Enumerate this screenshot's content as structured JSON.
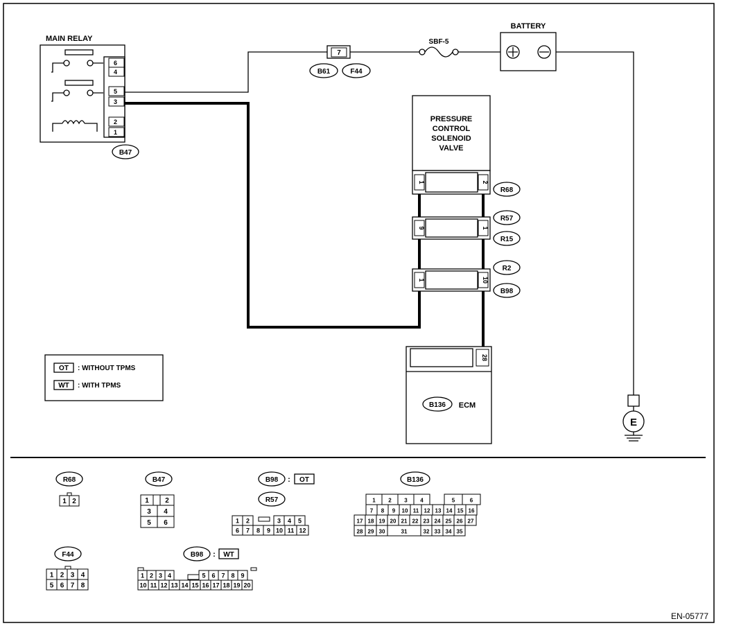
{
  "main_relay": {
    "title": "MAIN RELAY",
    "pins": [
      "6",
      "4",
      "5",
      "3",
      "2",
      "1"
    ],
    "connector": "B47"
  },
  "fuse_block": {
    "pin": "7",
    "connectors": [
      "B61",
      "F44"
    ]
  },
  "fuse": {
    "label": "SBF-5"
  },
  "battery": {
    "label": "BATTERY"
  },
  "solenoid": {
    "label_lines": [
      "PRESSURE",
      "CONTROL",
      "SOLENOID",
      "VALVE"
    ],
    "connector": "R68",
    "pin_left": "1",
    "pin_right": "2"
  },
  "joint_r57": {
    "connectors": [
      "R57",
      "R15"
    ],
    "pin_left": "9",
    "pin_right": "1"
  },
  "joint_r2": {
    "connectors": [
      "R2",
      "B98"
    ],
    "pin_left": "1",
    "pin_right": "10"
  },
  "ecm": {
    "label": "ECM",
    "connector": "B136",
    "pin": "28"
  },
  "ground": {
    "label": "E"
  },
  "legend": [
    {
      "code": "OT",
      "text": ": WITHOUT TPMS"
    },
    {
      "code": "WT",
      "text": ": WITH TPMS"
    }
  ],
  "connector_views": {
    "r68": {
      "label": "R68",
      "rows": [
        [
          "1",
          "2"
        ]
      ]
    },
    "b47": {
      "label": "B47",
      "rows": [
        [
          "1",
          "",
          "2"
        ],
        [
          "3",
          "4"
        ],
        [
          "5",
          "6"
        ]
      ]
    },
    "b98_ot": {
      "label": "B98",
      "code": "OT",
      "sublabel": "R57",
      "rows": [
        [
          "1",
          "2",
          "",
          "3",
          "4",
          "5"
        ],
        [
          "6",
          "7",
          "8",
          "9",
          "10",
          "11",
          "12"
        ]
      ]
    },
    "b136": {
      "label": "B136",
      "rows": [
        [
          "1",
          "2",
          "3",
          "4",
          "",
          "5",
          "6"
        ],
        [
          "7",
          "8",
          "9",
          "10",
          "11",
          "12",
          "13",
          "14",
          "15",
          "16"
        ],
        [
          "17",
          "18",
          "19",
          "20",
          "21",
          "22",
          "23",
          "24",
          "25",
          "26",
          "27"
        ],
        [
          "28",
          "29",
          "30",
          "31",
          "32",
          "33",
          "34",
          "35"
        ]
      ]
    },
    "f44": {
      "label": "F44",
      "rows": [
        [
          "1",
          "2",
          "3",
          "4"
        ],
        [
          "5",
          "6",
          "7",
          "8"
        ]
      ]
    },
    "b98_wt": {
      "label": "B98",
      "code": "WT",
      "rows": [
        [
          "1",
          "2",
          "3",
          "4",
          "",
          "5",
          "6",
          "7",
          "8",
          "9"
        ],
        [
          "10",
          "11",
          "12",
          "13",
          "14",
          "15",
          "16",
          "17",
          "18",
          "19",
          "20"
        ]
      ]
    }
  },
  "code": "EN-05777"
}
